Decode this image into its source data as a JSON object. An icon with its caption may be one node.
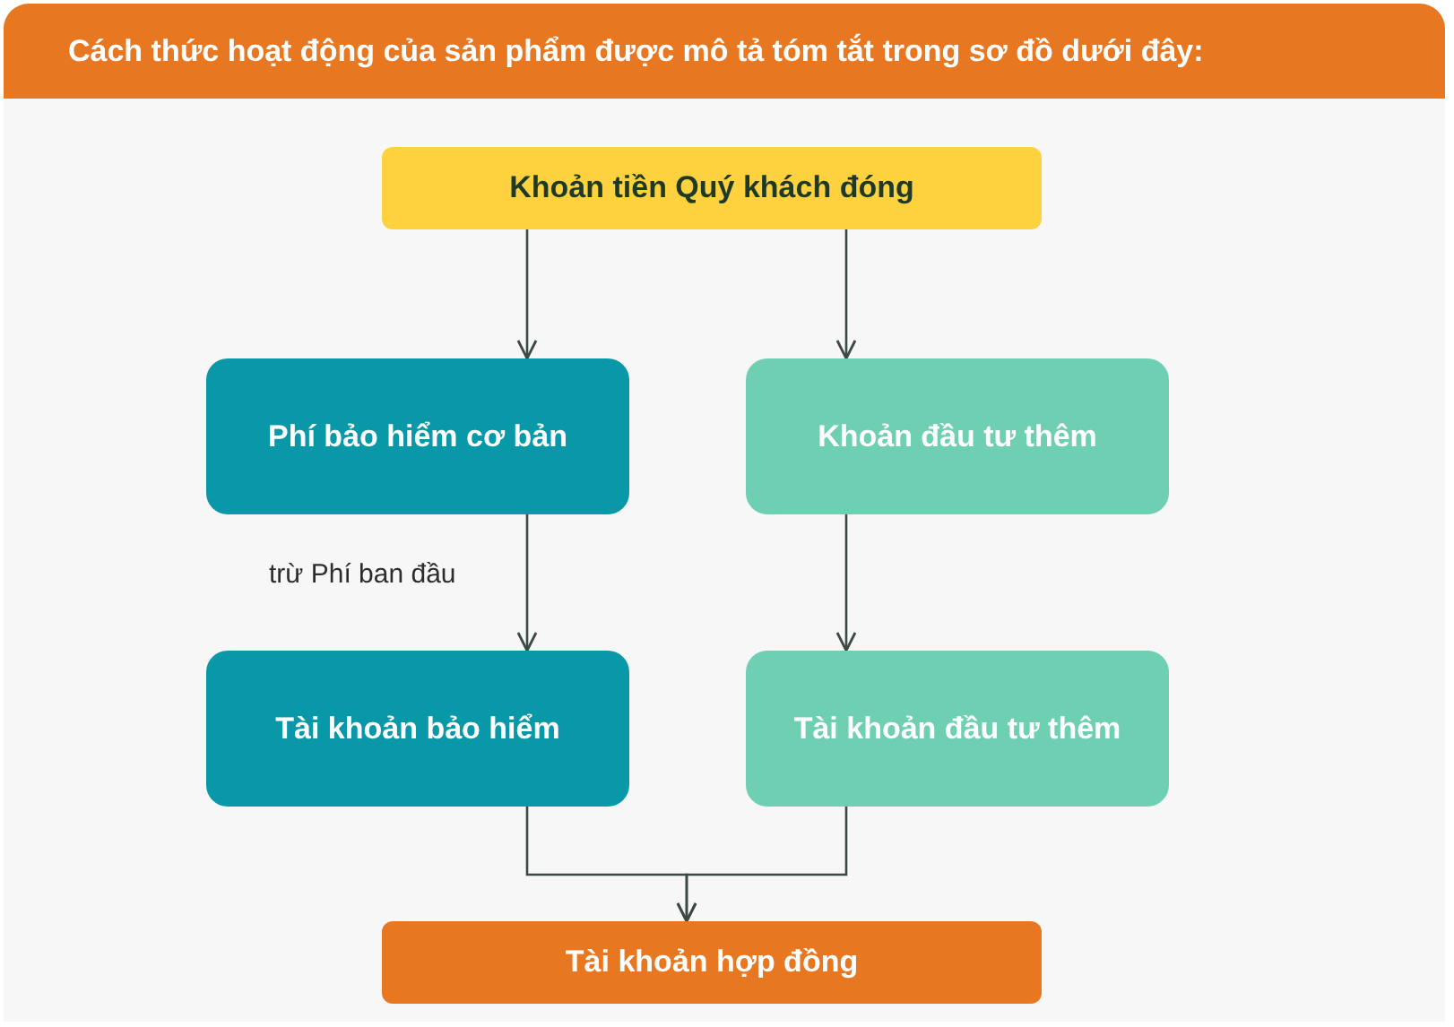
{
  "diagram": {
    "title": "Cách thức hoạt động của sản phẩm được mô tả tóm tắt trong sơ đồ dưới đây:",
    "nodes": [
      {
        "text": [
          "Khoản tiền Quý khách đóng"
        ]
      },
      {
        "text": [
          "Phí bảo hiểm cơ bản"
        ]
      },
      {
        "text": [
          "Khoản đầu tư thêm"
        ]
      },
      {
        "text": [
          "Tài khoản bảo hiểm"
        ]
      },
      {
        "text": [
          "Tài khoản đầu tư thêm"
        ]
      },
      {
        "text": [
          "Tài khoản hợp đồng"
        ]
      }
    ],
    "edges": [
      {
        "from": 0,
        "to": 1,
        "arrow": "to"
      },
      {
        "from": 0,
        "to": 2,
        "arrow": "to"
      },
      {
        "from": 1,
        "to": 3,
        "arrow": "to",
        "label": "trừ Phí ban đầu"
      },
      {
        "from": 2,
        "to": 4,
        "arrow": "to"
      },
      {
        "from": 3,
        "to": 5,
        "arrow": "to"
      },
      {
        "from": 4,
        "to": 5,
        "arrow": "to"
      }
    ]
  }
}
